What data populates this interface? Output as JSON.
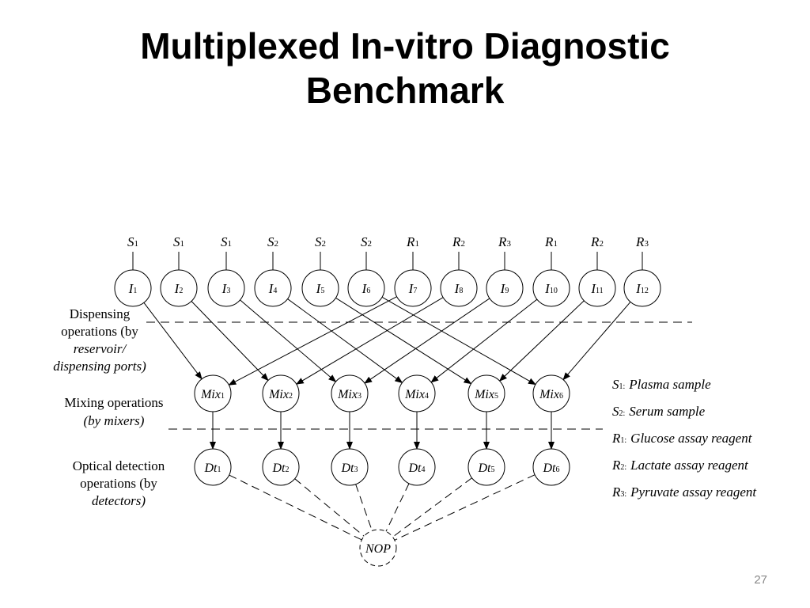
{
  "slide": {
    "title_line1": "Multiplexed In-vitro Diagnostic",
    "title_line2": "Benchmark",
    "page_number": "27"
  },
  "diagram": {
    "sources": [
      {
        "letter": "S",
        "sub": "1"
      },
      {
        "letter": "S",
        "sub": "1"
      },
      {
        "letter": "S",
        "sub": "1"
      },
      {
        "letter": "S",
        "sub": "2"
      },
      {
        "letter": "S",
        "sub": "2"
      },
      {
        "letter": "S",
        "sub": "2"
      },
      {
        "letter": "R",
        "sub": "1"
      },
      {
        "letter": "R",
        "sub": "2"
      },
      {
        "letter": "R",
        "sub": "3"
      },
      {
        "letter": "R",
        "sub": "1"
      },
      {
        "letter": "R",
        "sub": "2"
      },
      {
        "letter": "R",
        "sub": "3"
      }
    ],
    "input_nodes": [
      {
        "letter": "I",
        "sub": "1"
      },
      {
        "letter": "I",
        "sub": "2"
      },
      {
        "letter": "I",
        "sub": "3"
      },
      {
        "letter": "I",
        "sub": "4"
      },
      {
        "letter": "I",
        "sub": "5"
      },
      {
        "letter": "I",
        "sub": "6"
      },
      {
        "letter": "I",
        "sub": "7"
      },
      {
        "letter": "I",
        "sub": "8"
      },
      {
        "letter": "I",
        "sub": "9"
      },
      {
        "letter": "I",
        "sub": "10"
      },
      {
        "letter": "I",
        "sub": "11"
      },
      {
        "letter": "I",
        "sub": "12"
      }
    ],
    "mix_nodes": [
      {
        "letter": "Mix",
        "sub": "1"
      },
      {
        "letter": "Mix",
        "sub": "2"
      },
      {
        "letter": "Mix",
        "sub": "3"
      },
      {
        "letter": "Mix",
        "sub": "4"
      },
      {
        "letter": "Mix",
        "sub": "5"
      },
      {
        "letter": "Mix",
        "sub": "6"
      }
    ],
    "detect_nodes": [
      {
        "letter": "Dt",
        "sub": "1"
      },
      {
        "letter": "Dt",
        "sub": "2"
      },
      {
        "letter": "Dt",
        "sub": "3"
      },
      {
        "letter": "Dt",
        "sub": "4"
      },
      {
        "letter": "Dt",
        "sub": "5"
      },
      {
        "letter": "Dt",
        "sub": "6"
      }
    ],
    "sink_node": "NOP",
    "input_to_mix_edges": [
      [
        1,
        1
      ],
      [
        2,
        2
      ],
      [
        3,
        3
      ],
      [
        4,
        4
      ],
      [
        5,
        5
      ],
      [
        6,
        6
      ],
      [
        7,
        1
      ],
      [
        8,
        2
      ],
      [
        9,
        3
      ],
      [
        10,
        4
      ],
      [
        11,
        5
      ],
      [
        12,
        6
      ]
    ],
    "row_labels": {
      "dispensing": [
        "Dispensing",
        "operations (by",
        "reservoir/",
        "dispensing ports)"
      ],
      "mixing": [
        "Mixing operations",
        "(by mixers)"
      ],
      "detection": [
        "Optical detection",
        "operations (by",
        "detectors)"
      ]
    },
    "legend": [
      {
        "letter": "S",
        "sub": "1:",
        "text": "Plasma sample"
      },
      {
        "letter": "S",
        "sub": "2:",
        "text": "Serum sample"
      },
      {
        "letter": "R",
        "sub": "1:",
        "text": "Glucose assay reagent"
      },
      {
        "letter": "R",
        "sub": "2:",
        "text": "Lactate assay reagent"
      },
      {
        "letter": "R",
        "sub": "3:",
        "text": "Pyruvate assay reagent"
      }
    ]
  }
}
